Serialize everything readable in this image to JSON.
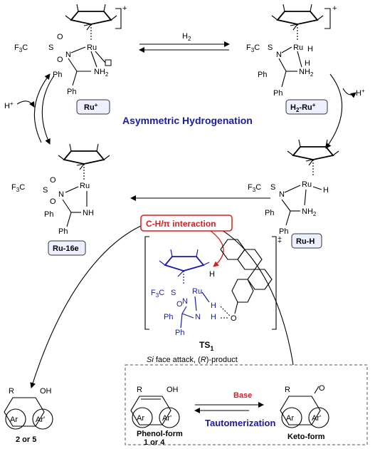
{
  "title": "Asymmetric Hydrogenation",
  "reagents": {
    "h2": "H",
    "h2_sub": "2",
    "h_plus_left": "H",
    "h_plus_right": "H",
    "plus_sup": "+"
  },
  "complexes": {
    "ru_plus": {
      "label": "Ru",
      "label_sup": "+",
      "charge": "+"
    },
    "h2_ru_plus": {
      "label_pre": "H",
      "label_sub": "2",
      "label_post": "-Ru",
      "label_sup": "+",
      "charge": "+"
    },
    "ru_16e": {
      "label": "Ru-16e"
    },
    "ru_h": {
      "label": "Ru-H"
    }
  },
  "atoms": {
    "cf3": "F",
    "cf3_sub": "3",
    "cf3_c": "C",
    "s": "S",
    "o": "O",
    "n": "N",
    "ru": "Ru",
    "nh2": "NH",
    "nh2_sub": "2",
    "nh": "NH",
    "ph": "Ph",
    "h": "H",
    "oh": "OH",
    "r": "R",
    "ar": "Ar",
    "ar_prime": "Ar'"
  },
  "transition_state": {
    "label": "TS",
    "label_sub": "1",
    "double_dagger": "‡",
    "interaction": "C-H/π interaction",
    "selectivity_si": "Si",
    "selectivity_rest": " face attack, (",
    "selectivity_r": "R",
    "selectivity_end": ")-product"
  },
  "tautomer_box": {
    "base_label": "Base",
    "tautomerization_label": "Tautomerization",
    "phenol_label": "Phenol-form",
    "phenol_numbers": "1 or 4",
    "keto_label": "Keto-form"
  },
  "product": {
    "numbers": "2 or 5"
  },
  "colors": {
    "blue": "#1a1aa6",
    "red": "#d42020",
    "label_box_fill": "#eef0ff"
  }
}
